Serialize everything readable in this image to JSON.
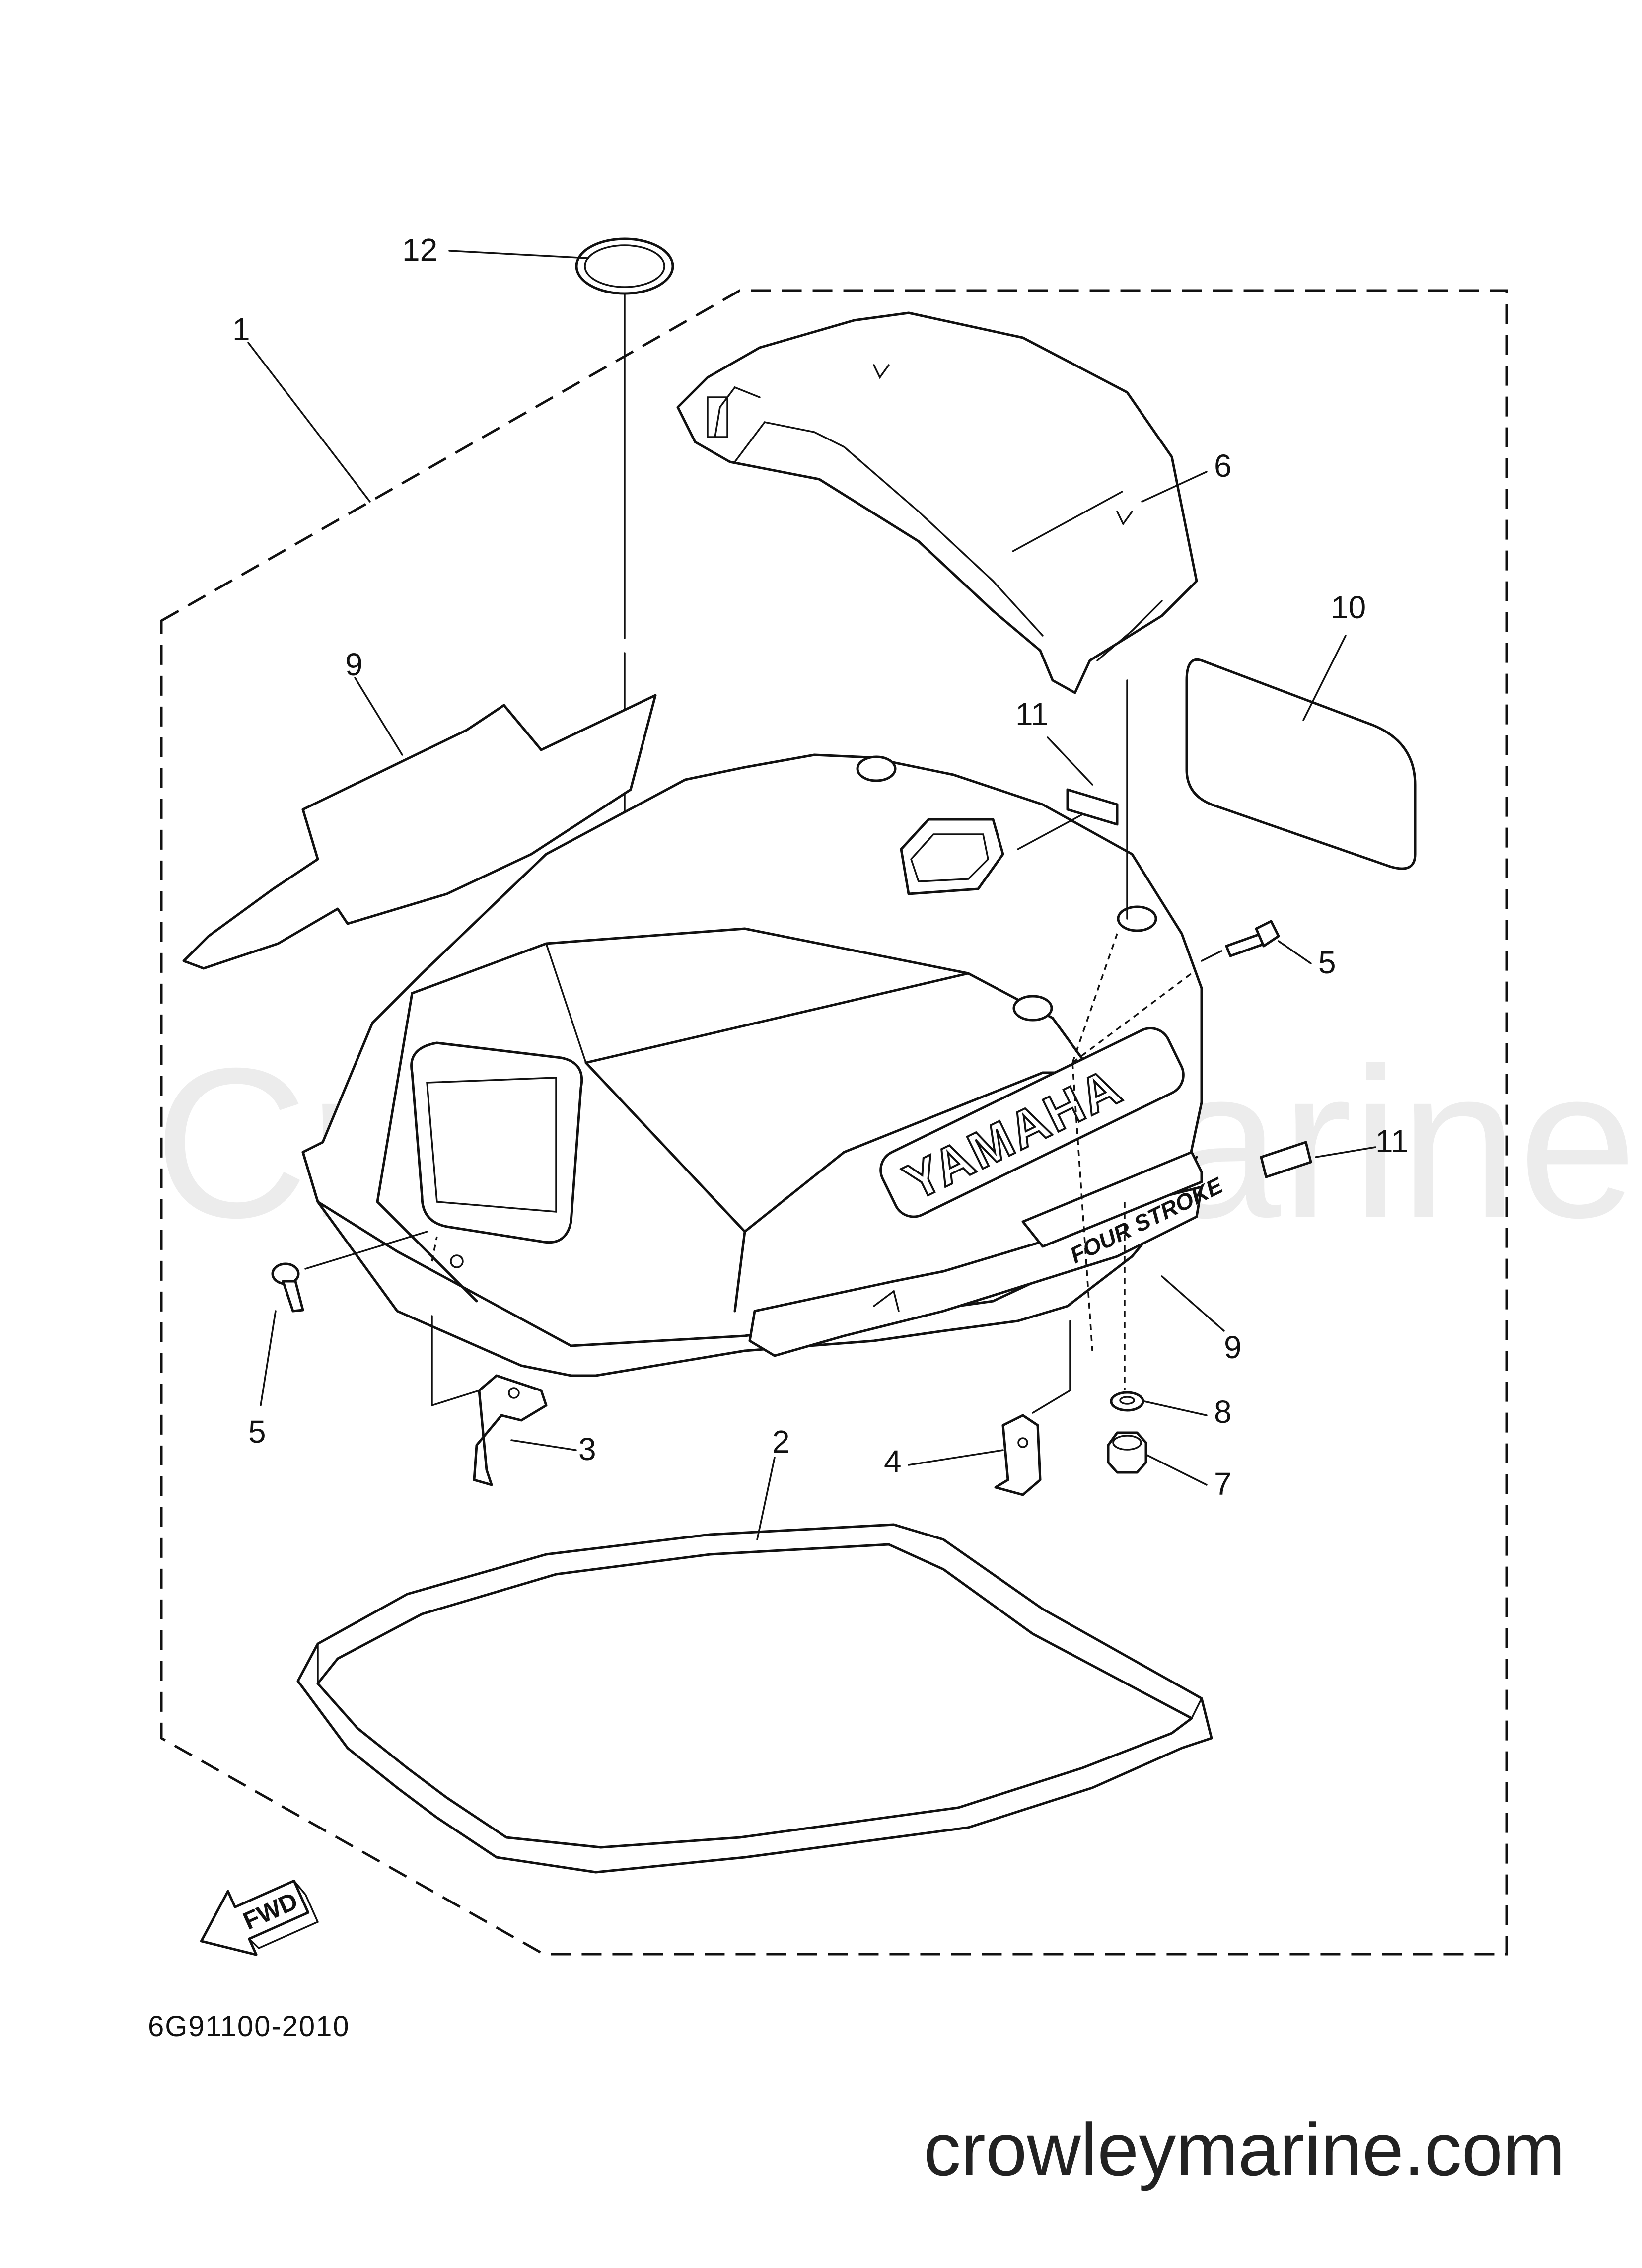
{
  "watermark": "Crowley Marine",
  "site": "crowleymarine.com",
  "part_code": "6G91100-2010",
  "fwd_label": "FWD",
  "cowling_logo": "YAMAHA",
  "cowling_badge": "FOUR STROKE",
  "callouts": [
    "1",
    "2",
    "3",
    "4",
    "5",
    "5",
    "6",
    "7",
    "8",
    "9",
    "9",
    "10",
    "11",
    "11",
    "12"
  ]
}
